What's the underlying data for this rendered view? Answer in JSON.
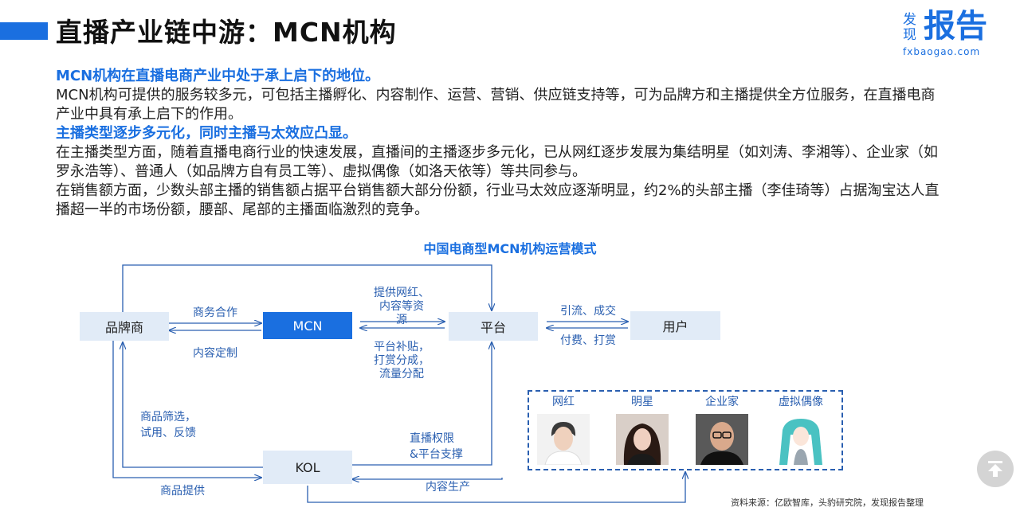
{
  "page": {
    "title": "直播产业链中游：MCN机构"
  },
  "logo": {
    "small_text": "发现",
    "big_text": "报告",
    "url": "fxbaogao.com"
  },
  "content": {
    "heading1": "MCN机构在直播电商产业中处于承上启下的地位。",
    "para1": "MCN机构可提供的服务较多元，可包括主播孵化、内容制作、运营、营销、供应链支持等，可为品牌方和主播提供全方位服务，在直播电商产业中具有承上启下的作用。",
    "heading2": "主播类型逐步多元化，同时主播马太效应凸显。",
    "para2": "在主播类型方面，随着直播电商行业的快速发展，直播间的主播逐步多元化，已从网红逐步发展为集结明星（如刘涛、李湘等）、企业家（如罗永浩等）、普通人（如品牌方自有员工等）、虚拟偶像（如洛天依等）等共同参与。",
    "para3": "在销售额方面，少数头部主播的销售额占据平台销售额大部分份额，行业马太效应逐渐明显，约2%的头部主播（李佳琦等）占据淘宝达人直播超一半的市场份额，腰部、尾部的主播面临激烈的竞争。"
  },
  "diagram": {
    "title": "中国电商型MCN机构运营模式",
    "nodes": {
      "brand": "品牌商",
      "mcn": "MCN",
      "platform": "平台",
      "user": "用户",
      "kol": "KOL"
    },
    "labels": {
      "business_coop": "商务合作",
      "content_custom": "内容定制",
      "provide_resources": "提供网红、\n内容等资\n源",
      "platform_subsidy": "平台补贴，\n打赏分成，\n流量分配",
      "traffic_deal": "引流、成交",
      "pay_tip": "付费、打赏",
      "product_screen": "商品筛选，\n试用、反馈",
      "live_rights": "直播权限\n&平台支撑",
      "product_supply": "商品提供",
      "content_production": "内容生产"
    },
    "kol_types": [
      {
        "label": "网红",
        "icon": "influencer-photo"
      },
      {
        "label": "明星",
        "icon": "celebrity-photo"
      },
      {
        "label": "企业家",
        "icon": "entrepreneur-photo"
      },
      {
        "label": "虚拟偶像",
        "icon": "virtual-idol-photo"
      }
    ],
    "colors": {
      "accent": "#1a6fe0",
      "box_fill": "#e1ebf7",
      "line": "#2a5fb0"
    }
  },
  "source": "资料来源：亿欧智库，头豹研究院，发现报告整理"
}
